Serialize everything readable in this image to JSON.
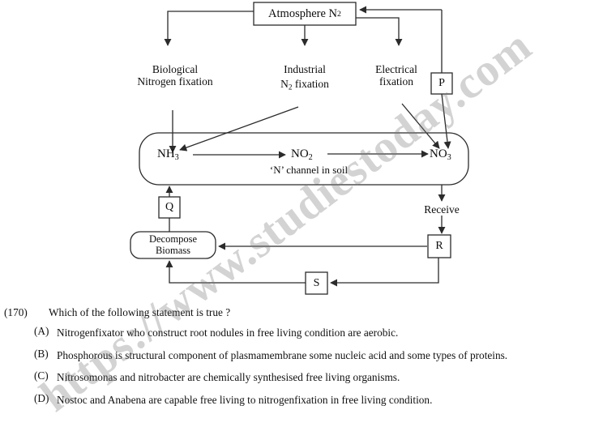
{
  "watermark": {
    "text": "https://www.studiestoday.com"
  },
  "diagram": {
    "title": "nitrogen-cycle-flow-diagram",
    "nodes": {
      "atmosphere": {
        "label": "Atmosphere  N",
        "sub": "2"
      },
      "biological": {
        "line1": "Biological",
        "line2": "Nitrogen fixation"
      },
      "industrial": {
        "line1": "Industrial",
        "line2_pre": "N",
        "line2_sub": "2",
        "line2_post": " fixation"
      },
      "electrical": {
        "line1": "Electrical",
        "line2": "fixation"
      },
      "p_box": {
        "label": "P"
      },
      "q_box": {
        "label": "Q"
      },
      "r_box": {
        "label": "R"
      },
      "s_box": {
        "label": "S"
      },
      "nh3": {
        "label": "NH",
        "sub": "3"
      },
      "no2": {
        "label": "NO",
        "sub": "2"
      },
      "no3": {
        "label": "NO",
        "sub": "3"
      },
      "channel_caption": {
        "label": "‘N’ channel in soil"
      },
      "decompose": {
        "line1": "Decompose",
        "line2": "Biomass"
      },
      "receive": {
        "label": "Receive"
      }
    },
    "colors": {
      "stroke": "#2b2b2b",
      "text": "#0d0d0d",
      "background": "#ffffff"
    }
  },
  "question": {
    "number": "(170)",
    "stem": "Which of the following statement is true ?",
    "options": [
      {
        "key": "(A)",
        "text": "Nitrogenfixator who construct root nodules in free living condition are aerobic."
      },
      {
        "key": "(B)",
        "text": "Phosphorous is structural component of plasmamembrane some nucleic acid and some types of proteins."
      },
      {
        "key": "(C)",
        "text": "Nitrosomonas and nitrobacter are chemically synthesised free living organisms."
      },
      {
        "key": "(D)",
        "text": "Nostoc and Anabena are capable free living to nitrogenfixation in free living condition."
      }
    ]
  }
}
